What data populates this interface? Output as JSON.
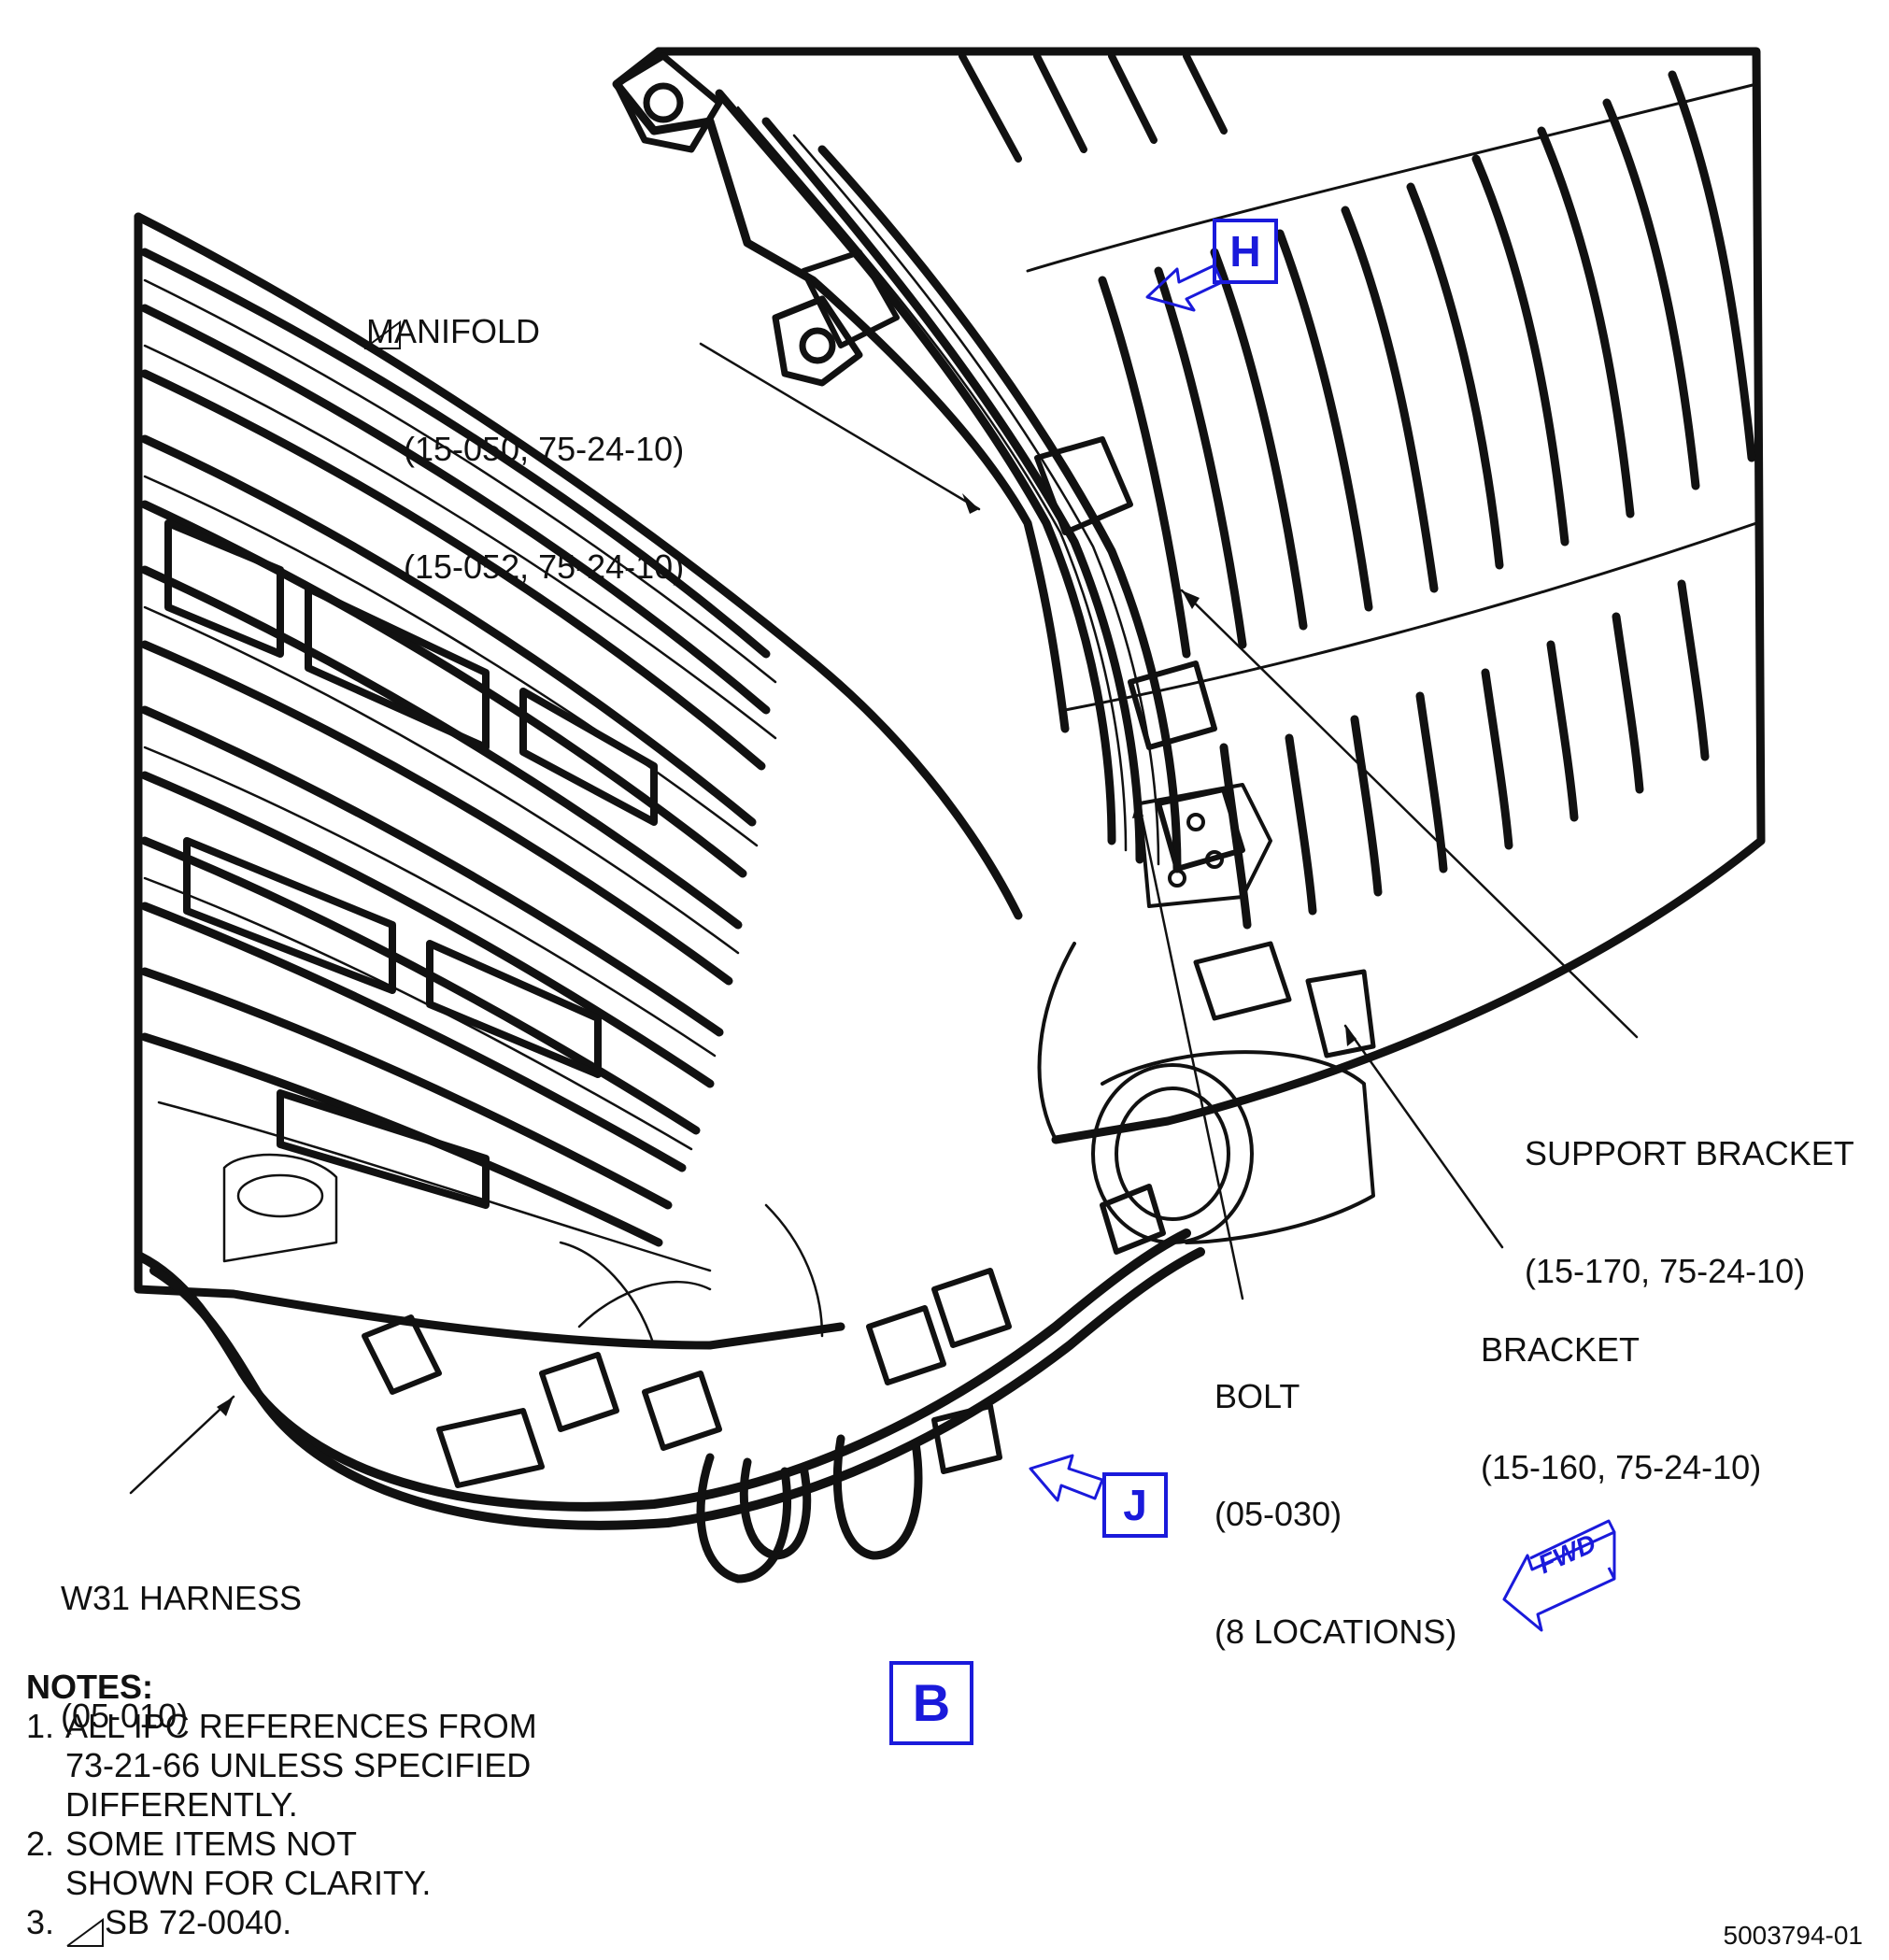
{
  "callouts": {
    "manifold": {
      "line1": "MANIFOLD",
      "line2": "(15-050, 75-24-10)",
      "line3": "(15-052, 75-24-10)"
    },
    "support_bracket": {
      "line1": "SUPPORT BRACKET",
      "line2": "(15-170, 75-24-10)"
    },
    "bracket": {
      "line1": "BRACKET",
      "line2": "(15-160, 75-24-10)"
    },
    "bolt": {
      "line1": "BOLT",
      "line2": "(05-030)",
      "line3": "(8 LOCATIONS)"
    },
    "harness": {
      "line1": "W31 HARNESS",
      "line2": "(05-010)"
    }
  },
  "view_labels": {
    "h": "H",
    "j": "J",
    "b": "B"
  },
  "fwd_label": "FWD",
  "notes": {
    "heading": "NOTES:",
    "items": [
      {
        "num": "1.",
        "lines": [
          "ALL IPC REFERENCES FROM",
          "73-21-66 UNLESS SPECIFIED",
          "DIFFERENTLY."
        ]
      },
      {
        "num": "2.",
        "lines": [
          "SOME ITEMS NOT",
          "SHOWN FOR CLARITY."
        ]
      },
      {
        "num": "3.",
        "lines": [
          "SB 72-0040."
        ]
      }
    ]
  },
  "drawing_number": "5003794-01",
  "colors": {
    "line": "#111111",
    "accent": "#1a1adb",
    "paper": "#ffffff"
  }
}
